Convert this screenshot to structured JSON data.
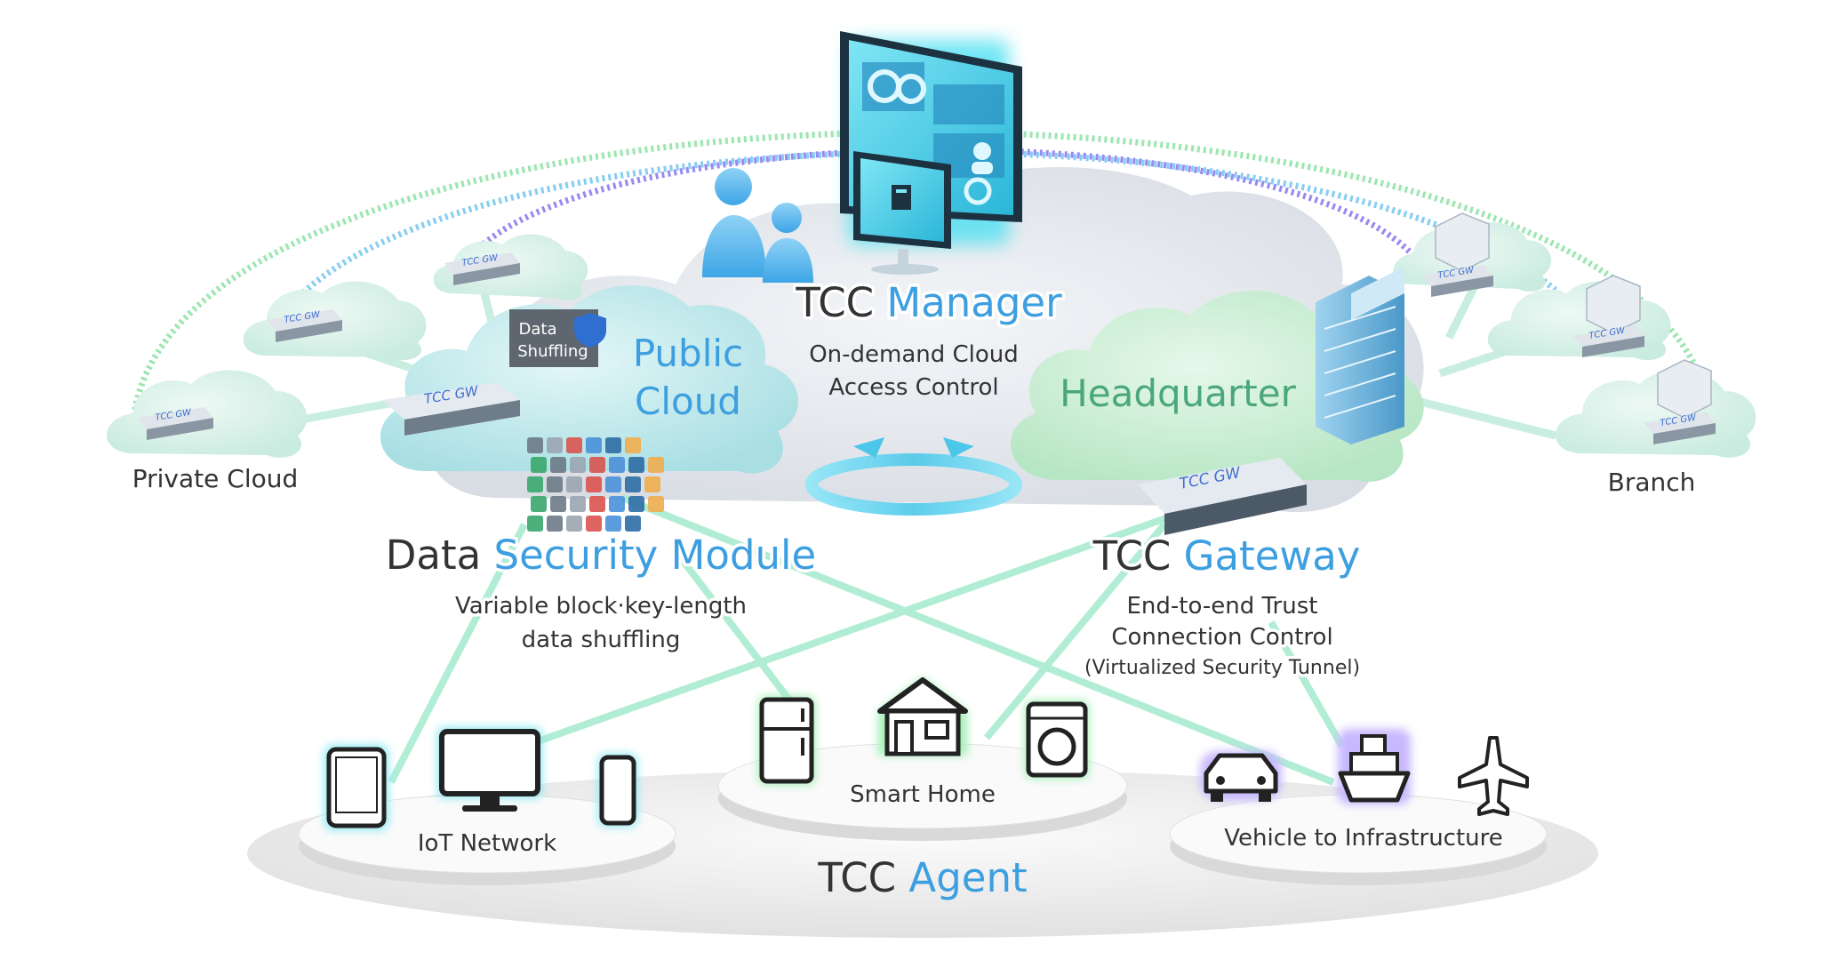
{
  "manager": {
    "title_a": "TCC",
    "title_b": "Manager",
    "desc_line1": "On-demand Cloud",
    "desc_line2": "Access Control"
  },
  "public_cloud": {
    "line1": "Public",
    "line2": "Cloud"
  },
  "headquarter": {
    "label": "Headquarter"
  },
  "data_shuffling": {
    "line1": "Data",
    "line2": "Shuffling"
  },
  "dsm": {
    "title_a": "Data",
    "title_b": "Security Module",
    "desc_line1": "Variable block·key-length",
    "desc_line2": "data shuffling"
  },
  "gateway": {
    "title_a": "TCC",
    "title_b": "Gateway",
    "desc_line1": "End-to-end Trust",
    "desc_line2": "Connection Control",
    "desc_line3": "(Virtualized Security Tunnel)"
  },
  "private_cloud": {
    "label": "Private Cloud"
  },
  "branch": {
    "label": "Branch"
  },
  "gw_badge": "TCC GW",
  "agent": {
    "title_a": "TCC",
    "title_b": "Agent"
  },
  "platforms": {
    "iot": "IoT Network",
    "home": "Smart Home",
    "v2i": "Vehicle to Infrastructure"
  },
  "colors": {
    "accent_blue": "#3d9fe0",
    "headquarter_green": "#4aa77a",
    "cloud_teal": "#c6ecee",
    "headquarter_cloud": "#cfeed8",
    "arc_green": "#8fe3a6",
    "arc_blue": "#79c8f2",
    "arc_purple": "#8d7cf0"
  }
}
